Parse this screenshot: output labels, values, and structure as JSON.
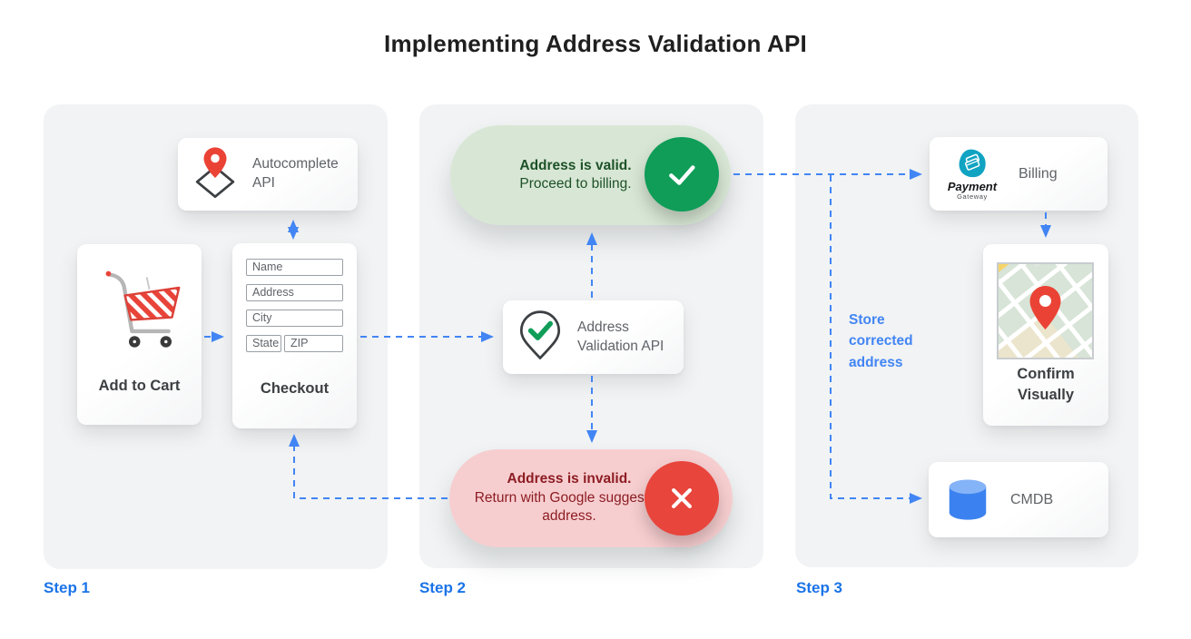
{
  "title": "Implementing Address Validation API",
  "step1": {
    "label": "Step 1",
    "autocomplete": {
      "title": "Autocomplete API"
    },
    "add_to_cart": {
      "label": "Add to Cart"
    },
    "checkout": {
      "label": "Checkout",
      "fields": {
        "name": "Name",
        "address": "Address",
        "city": "City",
        "state": "State",
        "zip": "ZIP"
      }
    }
  },
  "step2": {
    "label": "Step 2",
    "valid": {
      "title": "Address is valid.",
      "subtitle": "Proceed to billing."
    },
    "api": {
      "title": "Address Validation API"
    },
    "invalid": {
      "title": "Address is invalid.",
      "subtitle": "Return with Google suggested address."
    }
  },
  "step3": {
    "label": "Step 3",
    "billing": {
      "label": "Billing",
      "logo_title": "Payment",
      "logo_subtitle": "Gateway"
    },
    "confirm": {
      "label": "Confirm Visually"
    },
    "cmdb": {
      "label": "CMDB"
    },
    "note": "Store corrected address"
  },
  "colors": {
    "arrow_blue": "#4285f4",
    "step_label_blue": "#1a73e8",
    "panel_gray": "#f1f3f4",
    "valid_pill_bg": "#d8e7d5",
    "valid_text": "#1d5128",
    "success_green": "#0f9d58",
    "invalid_pill_bg": "#f7ced0",
    "invalid_text": "#8c1d23",
    "error_red": "#e8453c",
    "pin_red": "#ea4335",
    "payment_teal": "#10a3c2",
    "db_blue": "#3b82f0"
  }
}
